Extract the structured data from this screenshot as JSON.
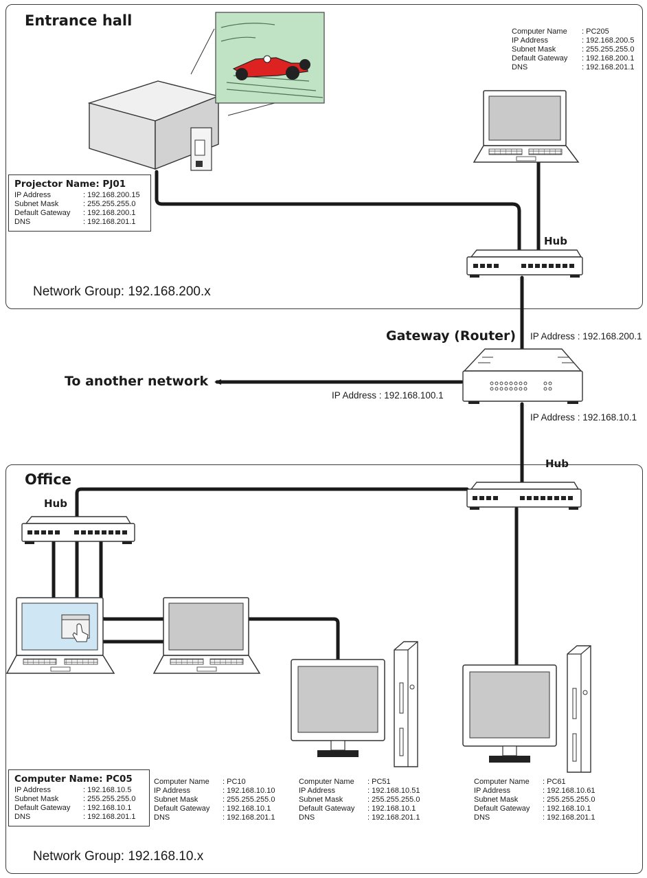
{
  "entrance": {
    "title": "Entrance hall",
    "group": "Network Group: 192.168.200.x",
    "projector": {
      "title": "Projector Name: PJ01",
      "rows": [
        {
          "k": "IP Address",
          "v": ": 192.168.200.15"
        },
        {
          "k": "Subnet Mask",
          "v": ": 255.255.255.0"
        },
        {
          "k": "Default Gateway",
          "v": ": 192.168.200.1"
        },
        {
          "k": "DNS",
          "v": ": 192.168.201.1"
        }
      ]
    },
    "pc205": {
      "rows": [
        {
          "k": "Computer Name",
          "v": ": PC205"
        },
        {
          "k": "IP Address",
          "v": ": 192.168.200.5"
        },
        {
          "k": "Subnet Mask",
          "v": ": 255.255.255.0"
        },
        {
          "k": "Default Gateway",
          "v": ": 192.168.200.1"
        },
        {
          "k": "DNS",
          "v": ": 192.168.201.1"
        }
      ]
    },
    "hub": "Hub"
  },
  "gateway": {
    "title": "Gateway (Router)",
    "ip_top": "IP Address : 192.168.200.1",
    "ip_left": "IP Address : 192.168.100.1",
    "ip_bottom": "IP Address : 192.168.10.1",
    "another": "To another network"
  },
  "office": {
    "title": "Office",
    "group": "Network Group: 192.168.10.x",
    "hub_right": "Hub",
    "hub_left": "Hub",
    "pc05": {
      "title": "Computer Name: PC05",
      "rows": [
        {
          "k": "IP Address",
          "v": ": 192.168.10.5"
        },
        {
          "k": "Subnet Mask",
          "v": ": 255.255.255.0"
        },
        {
          "k": "Default Gateway",
          "v": ": 192.168.10.1"
        },
        {
          "k": "DNS",
          "v": ": 192.168.201.1"
        }
      ]
    },
    "pc10": {
      "rows": [
        {
          "k": "Computer Name",
          "v": ": PC10"
        },
        {
          "k": "IP Address",
          "v": ": 192.168.10.10"
        },
        {
          "k": "Subnet Mask",
          "v": ": 255.255.255.0"
        },
        {
          "k": "Default Gateway",
          "v": ": 192.168.10.1"
        },
        {
          "k": "DNS",
          "v": ": 192.168.201.1"
        }
      ]
    },
    "pc51": {
      "rows": [
        {
          "k": "Computer Name",
          "v": ": PC51"
        },
        {
          "k": "IP Address",
          "v": ": 192.168.10.51"
        },
        {
          "k": "Subnet Mask",
          "v": ": 255.255.255.0"
        },
        {
          "k": "Default Gateway",
          "v": ": 192.168.10.1"
        },
        {
          "k": "DNS",
          "v": ": 192.168.201.1"
        }
      ]
    },
    "pc61": {
      "rows": [
        {
          "k": "Computer Name",
          "v": ": PC61"
        },
        {
          "k": "IP Address",
          "v": ": 192.168.10.61"
        },
        {
          "k": "Subnet Mask",
          "v": ": 255.255.255.0"
        },
        {
          "k": "Default Gateway",
          "v": ": 192.168.10.1"
        },
        {
          "k": "DNS",
          "v": ": 192.168.201.1"
        }
      ]
    }
  },
  "colors": {
    "cable": "#1a1a1a",
    "screen_gray": "#c9c9c9",
    "screen_blue": "#cfe6f4",
    "projected_image": "#bfe3c4",
    "device_gray": "#e4e4e4"
  }
}
